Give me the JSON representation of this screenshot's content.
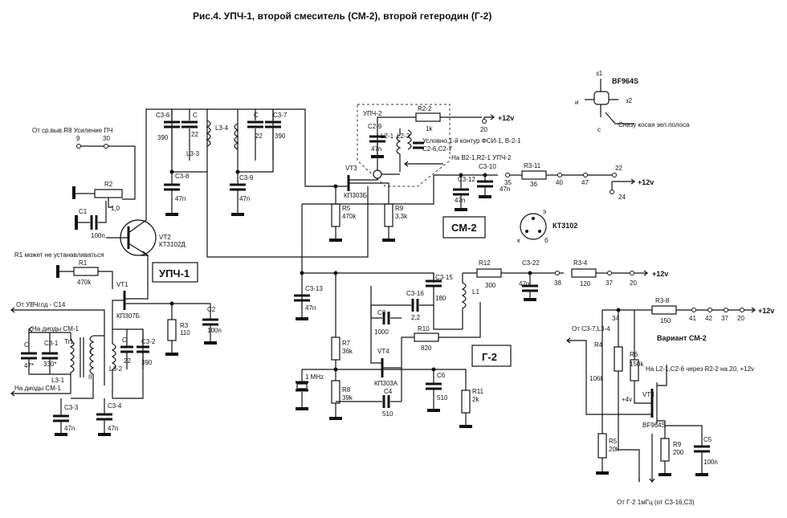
{
  "title": "Рис.4. УПЧ-1, второй смеситель (СМ-2), второй гетеродин (Г-2)",
  "blocks": {
    "upch1": "УПЧ-1",
    "sm2": "СМ-2",
    "g2": "Г-2",
    "variant": "Вариант СМ-2",
    "upch2_label": "УПЧ-2"
  },
  "notes": {
    "from_r8": "От ср.выв.R8 Усиление ПЧ",
    "r1_note": "R1 может не устанавливаться",
    "from_uvch": "От УВЧглд - С14",
    "to_diodes_top": "На диоды СМ-1",
    "to_diodes_bottom": "На диоды СМ-1",
    "fsi_note": "Условно,1-й контур ФСИ-1, В-2-1",
    "to_b2": "На В2-1,R2-1 УПЧ-2",
    "from_c3_7": "От С3-7,L3-4",
    "to_l2": "На L2-1,С2-6 через R2-2 на 20, +12v",
    "from_g2": "От Г-2 1мГц (от С3-16,С3)",
    "snizu": "Снизу косая зел.полоса",
    "plus4v": "+4v"
  },
  "supply": {
    "v12_1": "+12v",
    "v12_2": "+12v",
    "v12_3": "+12v",
    "v12_4": "+12v"
  },
  "pins": {
    "p9": "9",
    "p30": "30",
    "p20a": "20",
    "p35": "35",
    "p40": "40",
    "p47a": "47",
    "p22": "22",
    "p24": "24",
    "p38": "38",
    "p37a": "37",
    "p20b": "20",
    "p34": "34",
    "p41": "41",
    "p42": "42",
    "p37b": "37",
    "p20c": "20"
  },
  "transistors": {
    "vt2": "VT2",
    "vt2_type": "КТ3102Д",
    "vt1": "VT1",
    "vt1_type": "КП307Б",
    "vt3": "VT3",
    "vt3_type": "КП303Б",
    "vt4": "VT4",
    "vt4_type": "КП303А",
    "vt3b": "VT3",
    "vt3b_type": "BF964S",
    "bf_title": "BF964S",
    "kt_title": "КТ3102",
    "pin_z1": "з1",
    "pin_z2": "з2",
    "pin_i": "и",
    "pin_s": "с",
    "pin_e": "э",
    "pin_k": "к",
    "pin_b": "б"
  },
  "resistors": {
    "r2_name": "R2",
    "r2_val": "1,0",
    "r1_name": "R1",
    "r1_val": "470k",
    "r3_name": "R3",
    "r3_val": "110",
    "r5_name": "R5",
    "r5_val": "470k",
    "r9_name": "R9",
    "r9_val": "3,3k",
    "r2_2_name": "R2-2",
    "r2_2_val": "1k",
    "r3_11_name": "R3-11",
    "r3_11_val": "36",
    "r12_name": "R12",
    "r12_val": "300",
    "r3_4_name": "R3-4",
    "r3_4_val": "120",
    "r10_name": "R10",
    "r10_val": "820",
    "r7_name": "R7",
    "r7_val": "36k",
    "r8_name": "R8",
    "r8_val": "39k",
    "r11_name": "R11",
    "r11_val": "2k",
    "r3_8_name": "R3-8",
    "r3_8_val": "150",
    "r4v_name": "R4",
    "r4v_val": "106k",
    "r6v_name": "R6",
    "r6v_val": "150k",
    "r5v_name": "R5",
    "r5v_val": "20k",
    "r9v_name": "R9",
    "r9v_val": "200"
  },
  "capacitors": {
    "c1_name": "C1",
    "c1_val": "100n",
    "c3_6": "C3-6",
    "c3_6_val": "390",
    "c3_6_c": "C",
    "c3_6_c_val": "22",
    "c3_8": "C3-8",
    "c3_8_val": "47n",
    "c3_7": "C3-7",
    "c3_7_val": "390",
    "c3_7_c": "C",
    "c3_7_c_val": "22",
    "c3_9": "C3-9",
    "c3_9_val": "47n",
    "c2_9": "C2-9",
    "c2_9_val": "47n",
    "c2_6": "C2-6,C2-7",
    "c3_10": "C3-10",
    "c3_10_val": "47n",
    "c3_12": "C3-12",
    "c3_12_val": "47n",
    "c2_name": "C2",
    "c2_val": "100n",
    "c3_1": "C3-1",
    "c3_1_val": "330*",
    "c_47": "C",
    "c_47_val": "47*",
    "c3_2": "C3-2",
    "c3_2_val": "390",
    "c3_2_c": "C",
    "c3_2_c_val": "22",
    "c3_3": "C3-3",
    "c3_3_val": "47n",
    "c3_4": "C3-4",
    "c3_4_val": "47n",
    "c3_13": "C3-13",
    "c3_13_val": "47n",
    "c3_15": "C3-15",
    "c3_15_val": "180",
    "c3_16": "C3-16",
    "c3_16_val": "2,2",
    "c3_name": "C3",
    "c3_val": "1000",
    "c3_22": "C3-22",
    "c3_22_val": "47n",
    "c6_name": "C6",
    "c6_val": "510",
    "c4_name": "C4",
    "c4_val": "510",
    "c5_name": "C5",
    "c5_val": "100n"
  },
  "inductors": {
    "l3_3": "L3-3",
    "l3_4": "L3-4",
    "l2_1": "L2-1",
    "l2_2": "L2-2",
    "l3_1": "L3-1",
    "l3_2": "L3-2",
    "tr1": "Tr1",
    "tr_i": "I",
    "tr_ii": "II",
    "l1": "L1",
    "xtal": "1 MHz"
  }
}
